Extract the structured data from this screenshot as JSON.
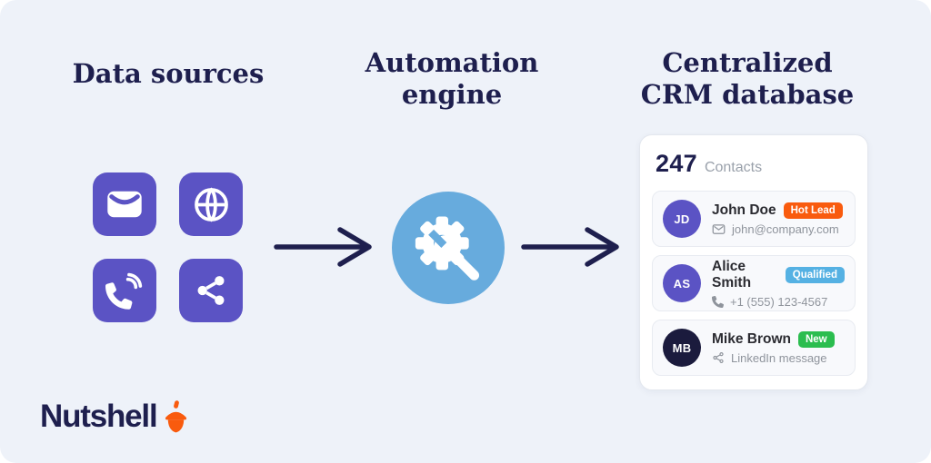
{
  "colors": {
    "bg": "#eef2f9",
    "ink": "#1e1f4e",
    "purple": "#5b53c4",
    "engine-blue": "#67abdd",
    "orange": "#f95b0e",
    "card-border": "#e3e7ee",
    "row-bg": "#f8f9fc",
    "row-border": "#e8ebf1",
    "muted": "#8f949c",
    "label-gray": "#9aa1ab",
    "name-color": "#2b2b31"
  },
  "headings": {
    "data_sources": "Data sources",
    "automation_engine": "Automation engine",
    "crm_database": "Centralized CRM database"
  },
  "data_sources": {
    "tiles": [
      {
        "icon": "mail-icon"
      },
      {
        "icon": "globe-icon"
      },
      {
        "icon": "phone-icon"
      },
      {
        "icon": "share-icon"
      }
    ]
  },
  "automation": {
    "icon": "gear-wrench-icon"
  },
  "crm_card": {
    "count": "247",
    "count_label": "Contacts",
    "contacts": [
      {
        "initials": "JD",
        "avatar_color": "#5b53c4",
        "name": "John Doe",
        "badge": "Hot Lead",
        "badge_color": "#f95b0e",
        "detail_icon": "mail-icon",
        "detail": "john@company.com"
      },
      {
        "initials": "AS",
        "avatar_color": "#5b53c4",
        "name": "Alice Smith",
        "badge": "Qualified",
        "badge_color": "#55b1e3",
        "detail_icon": "phone-icon",
        "detail": "+1 (555) 123-4567"
      },
      {
        "initials": "MB",
        "avatar_color": "#1b1b3d",
        "name": "Mike Brown",
        "badge": "New",
        "badge_color": "#2bbd4f",
        "detail_icon": "share-icon",
        "detail": "LinkedIn message"
      }
    ]
  },
  "brand": {
    "name": "Nutshell"
  }
}
